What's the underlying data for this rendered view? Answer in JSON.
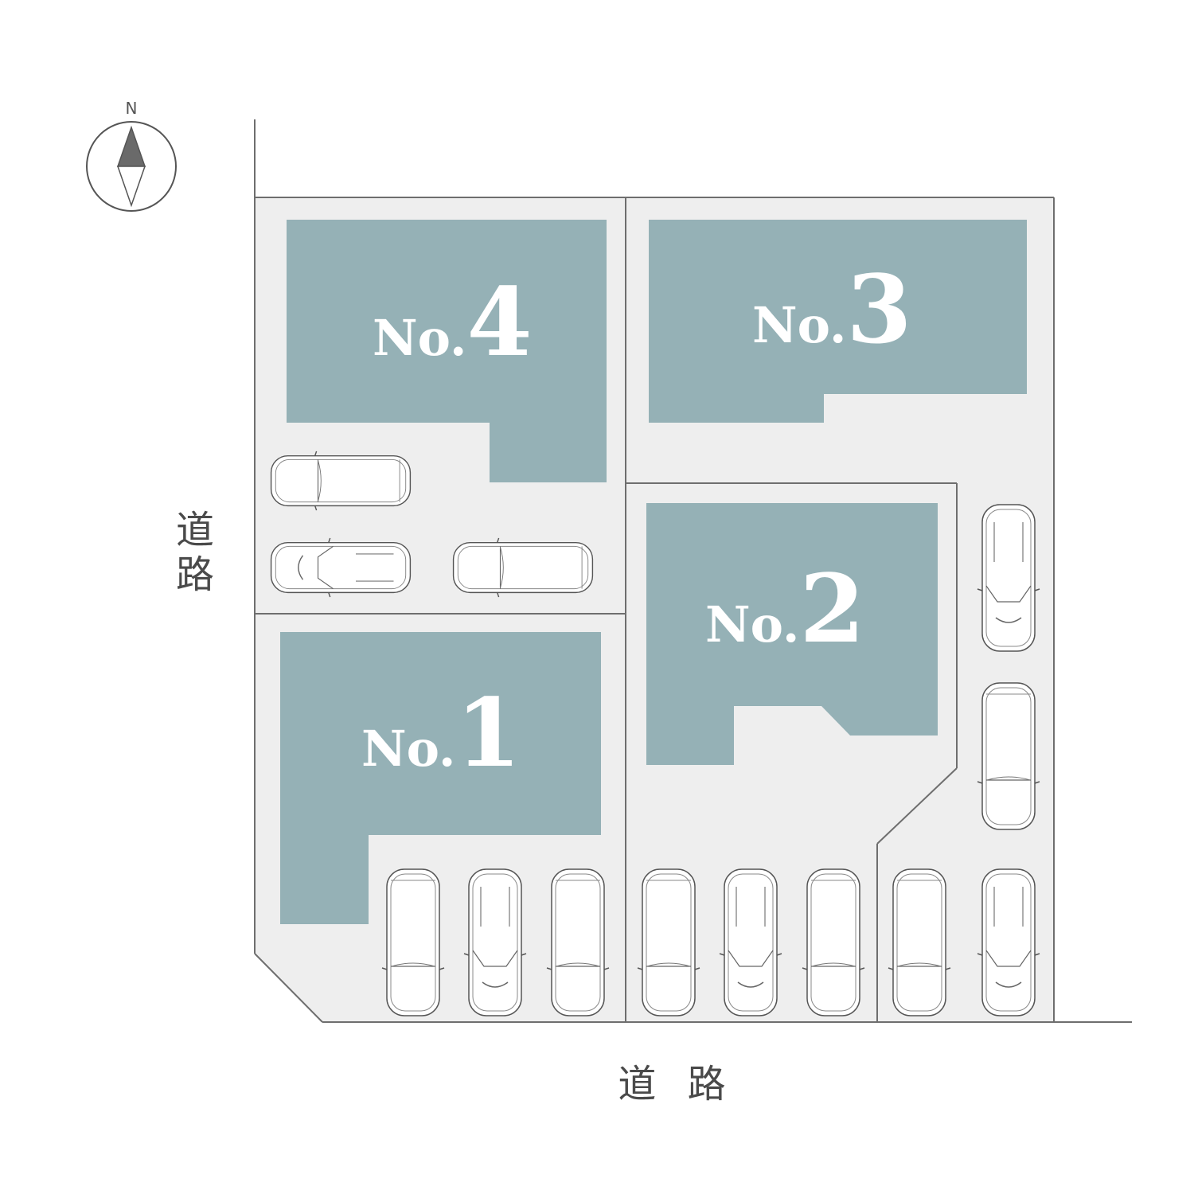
{
  "compass": {
    "north_label": "N",
    "icon": "compass-north-icon"
  },
  "roads": {
    "west": {
      "chars": [
        "道",
        "路"
      ]
    },
    "south": {
      "label": "道 路"
    }
  },
  "lots": [
    {
      "id": "lot-1",
      "prefix": "No.",
      "number": "1"
    },
    {
      "id": "lot-2",
      "prefix": "No.",
      "number": "2"
    },
    {
      "id": "lot-3",
      "prefix": "No.",
      "number": "3"
    },
    {
      "id": "lot-4",
      "prefix": "No.",
      "number": "4"
    }
  ],
  "colors": {
    "building": "#95b1b6",
    "lot_ground": "#eeeeee",
    "boundary": "#6e6e6e",
    "label": "#ffffff",
    "road_text": "#4a4a4a"
  }
}
